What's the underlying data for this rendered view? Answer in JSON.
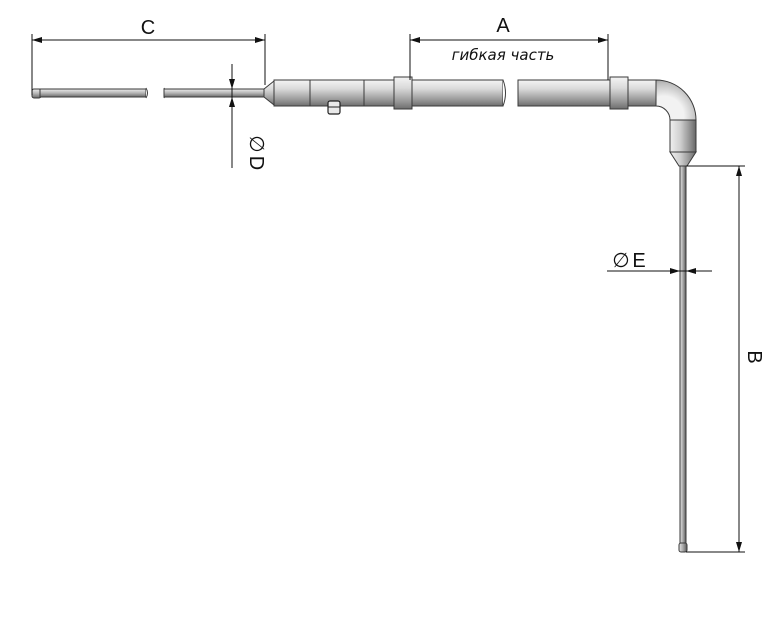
{
  "dimensions": {
    "a_label": "A",
    "b_label": "B",
    "c_label": "C",
    "d_label": "D",
    "e_label": "E",
    "diameter_symbol": "∅"
  },
  "annotations": {
    "flexible_part": "гибкая часть"
  }
}
